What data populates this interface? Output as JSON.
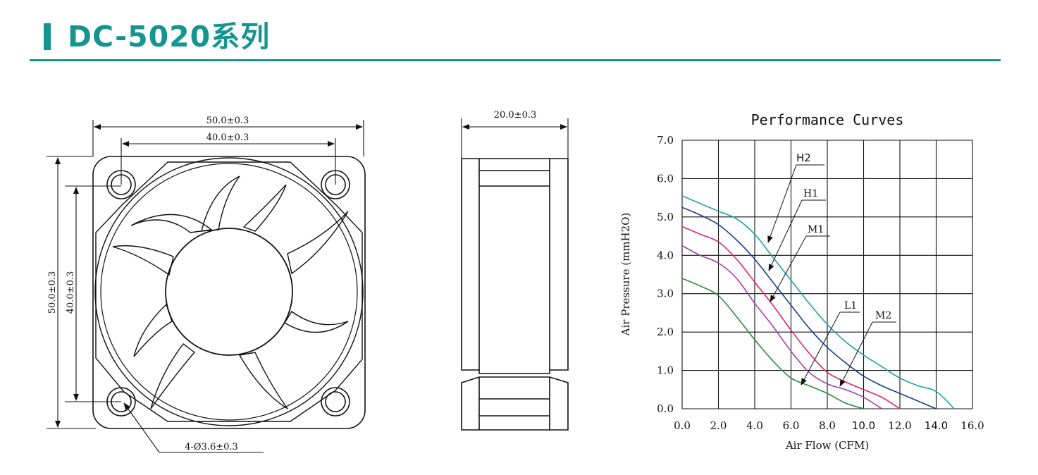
{
  "header": {
    "title": "DC-5020系列",
    "accent_color": "#14958f"
  },
  "front_view": {
    "dim_outer_width": "50.0±0.3",
    "dim_hole_width": "40.0±0.3",
    "dim_outer_height": "50.0±0.3",
    "dim_hole_height": "40.0±0.3",
    "dim_holes": "4-Ø3.6±0.3"
  },
  "side_view": {
    "dim_thickness": "20.0±0.3"
  },
  "chart_data": {
    "type": "line",
    "title": "Performance  Curves",
    "xlabel": "Air Flow (CFM)",
    "ylabel": "Air Pressure (mmH2O)",
    "xlim": [
      0,
      16
    ],
    "ylim": [
      0,
      7
    ],
    "grid": true,
    "x_ticks": [
      "0.0",
      "2.0",
      "4.0",
      "6.0",
      "8.0",
      "10.0",
      "12.0",
      "14.0",
      "16.0"
    ],
    "y_ticks": [
      "0.0",
      "1.0",
      "2.0",
      "3.0",
      "4.0",
      "5.0",
      "6.0",
      "7.0"
    ],
    "series": [
      {
        "name": "H2",
        "color": "#1aa3a3",
        "x": [
          0,
          1,
          2,
          3,
          4,
          5,
          6,
          7,
          8,
          9,
          10,
          11,
          12,
          13,
          14,
          15
        ],
        "y": [
          5.55,
          5.35,
          5.15,
          4.95,
          4.55,
          3.95,
          3.35,
          2.75,
          2.2,
          1.75,
          1.4,
          1.1,
          0.8,
          0.6,
          0.45,
          0.0
        ]
      },
      {
        "name": "H1",
        "color": "#1a3c8c",
        "x": [
          0,
          1,
          2,
          3,
          4,
          5,
          6,
          7,
          8,
          9,
          10,
          11,
          12,
          13,
          14
        ],
        "y": [
          5.25,
          5.05,
          4.8,
          4.4,
          3.9,
          3.3,
          2.7,
          2.1,
          1.6,
          1.2,
          0.85,
          0.6,
          0.4,
          0.2,
          0.0
        ]
      },
      {
        "name": "M1",
        "color": "#e0245e",
        "x": [
          0,
          1,
          2,
          3,
          4,
          5,
          6,
          7,
          8,
          9,
          10,
          11,
          12
        ],
        "y": [
          4.75,
          4.55,
          4.35,
          3.9,
          3.3,
          2.7,
          2.05,
          1.45,
          0.95,
          0.7,
          0.5,
          0.3,
          0.0
        ]
      },
      {
        "name": "M2",
        "color": "#a040a8",
        "x": [
          0,
          1,
          2,
          3,
          4,
          5,
          6,
          7,
          8,
          9,
          10,
          11
        ],
        "y": [
          4.25,
          4.0,
          3.8,
          3.4,
          2.75,
          2.15,
          1.5,
          0.95,
          0.65,
          0.5,
          0.3,
          0.0
        ]
      },
      {
        "name": "L1",
        "color": "#2a8a40",
        "x": [
          0,
          1,
          2,
          3,
          4,
          5,
          6,
          7,
          8,
          9,
          10
        ],
        "y": [
          3.4,
          3.2,
          2.95,
          2.4,
          1.8,
          1.25,
          0.8,
          0.6,
          0.4,
          0.15,
          0.0
        ]
      }
    ]
  }
}
